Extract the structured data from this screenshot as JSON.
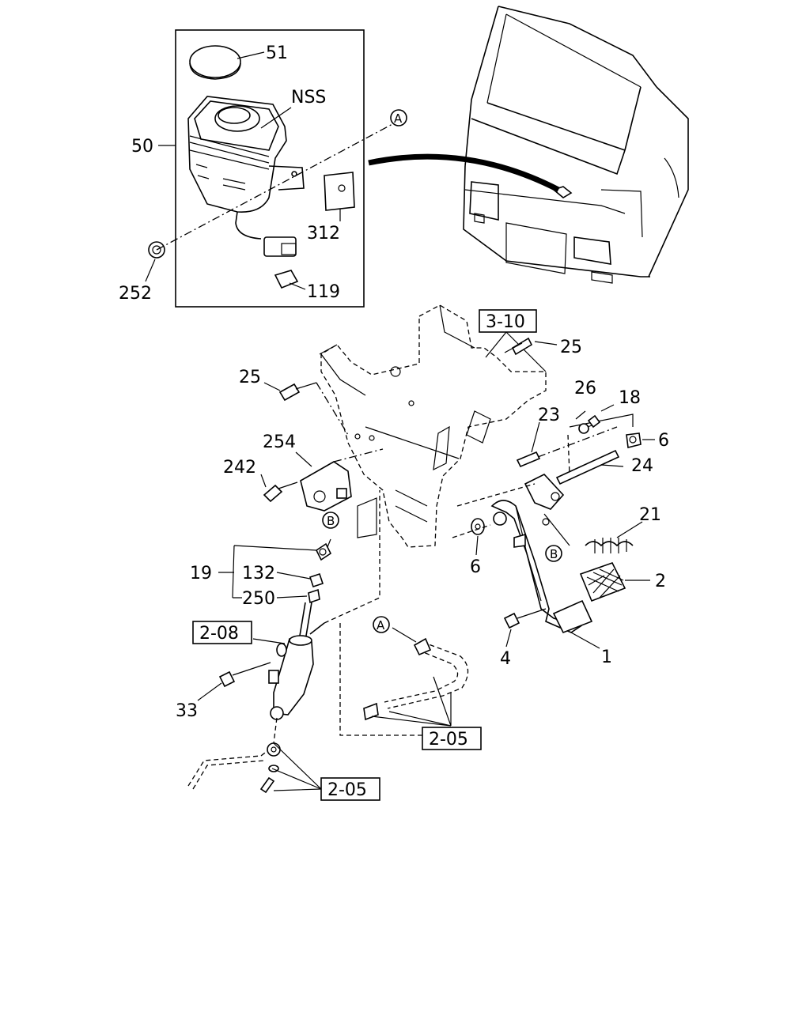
{
  "callouts": {
    "p51": "51",
    "nss": "NSS",
    "p50": "50",
    "p312": "312",
    "p252": "252",
    "p119": "119",
    "p25a": "25",
    "p25b": "25",
    "p26": "26",
    "p18": "18",
    "p23": "23",
    "p6a": "6",
    "p254": "254",
    "p242": "242",
    "p24": "24",
    "p21": "21",
    "p6b": "6",
    "p2": "2",
    "p19": "19",
    "p132": "132",
    "p250": "250",
    "p4": "4",
    "p1": "1",
    "p33": "33"
  },
  "ref_boxes": {
    "r310": "3-10",
    "r208": "2-08",
    "r205a": "2-05",
    "r205b": "2-05"
  },
  "circle_markers": {
    "a_top": "A",
    "b_left": "B",
    "b_right": "B",
    "a_bottom": "A"
  }
}
